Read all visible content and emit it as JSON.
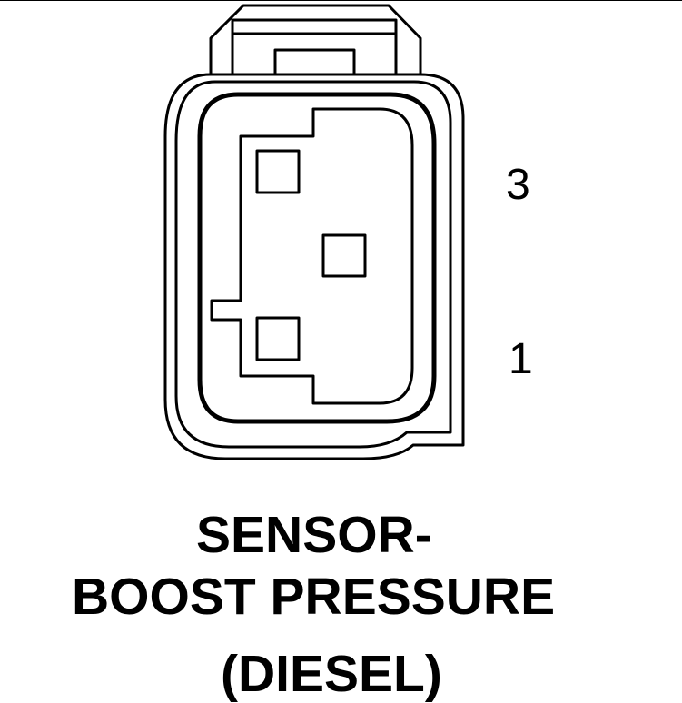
{
  "pin_labels": {
    "pin_3": "3",
    "pin_1": "1"
  },
  "title": {
    "line1": "SENSOR-",
    "line2": "BOOST PRESSURE",
    "line3": "(DIESEL)"
  }
}
